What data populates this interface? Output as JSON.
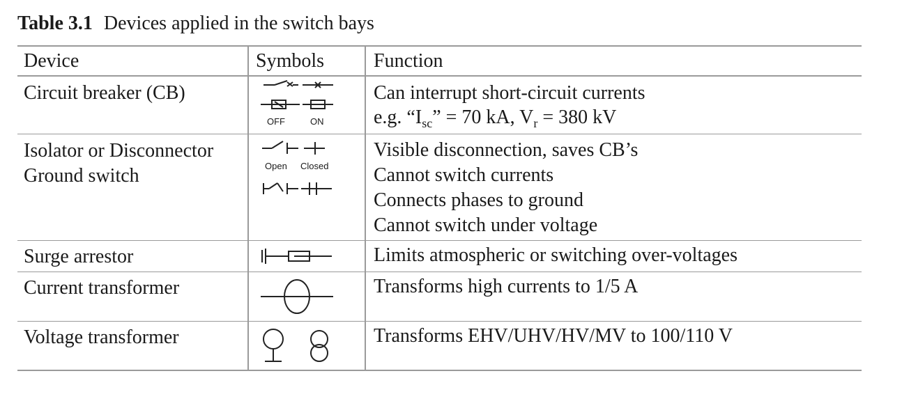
{
  "table": {
    "caption_label": "Table 3.1",
    "caption_text": "Devices applied in the switch bays",
    "headers": {
      "device": "Device",
      "symbols": "Symbols",
      "function": "Function"
    },
    "rows": [
      {
        "device": [
          "Circuit breaker (CB)"
        ],
        "symbol_labels": [
          "OFF",
          "ON"
        ],
        "function": {
          "line1": "Can interrupt short-circuit currents",
          "line2_parts": [
            "e.g. “I",
            "sc",
            "” = 70 kA, V",
            "r",
            " = 380 kV"
          ]
        }
      },
      {
        "device": [
          "Isolator or Disconnector",
          "Ground switch"
        ],
        "symbol_labels": [
          "Open",
          "Closed"
        ],
        "function": [
          "Visible disconnection, saves CB’s",
          "Cannot switch currents",
          "Connects phases to ground",
          "Cannot switch under voltage"
        ]
      },
      {
        "device": [
          "Surge arrestor"
        ],
        "function": [
          "Limits atmospheric or switching over-voltages"
        ]
      },
      {
        "device": [
          "Current transformer"
        ],
        "function": [
          "Transforms high currents to 1/5 A"
        ]
      },
      {
        "device": [
          "Voltage transformer"
        ],
        "function": [
          "Transforms EHV/UHV/HV/MV to 100/110 V"
        ]
      }
    ]
  }
}
